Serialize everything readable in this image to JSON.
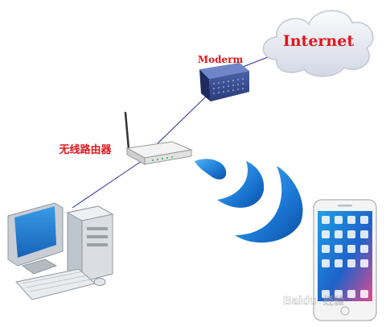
{
  "labels": {
    "internet": "Internet",
    "modem": "Moderm",
    "router": "无线路由器"
  },
  "watermark": {
    "brand": "Baidu",
    "suffix": "经验"
  },
  "colors": {
    "label_red": "#e0171c",
    "link_line": "#2b2ba0",
    "wifi_blue": "#1b78d4",
    "cloud": "#e6e9f1"
  },
  "icons": [
    "cloud-icon",
    "modem-icon",
    "router-icon",
    "wifi-signal-icon",
    "desktop-computer-icon",
    "smartphone-icon"
  ]
}
